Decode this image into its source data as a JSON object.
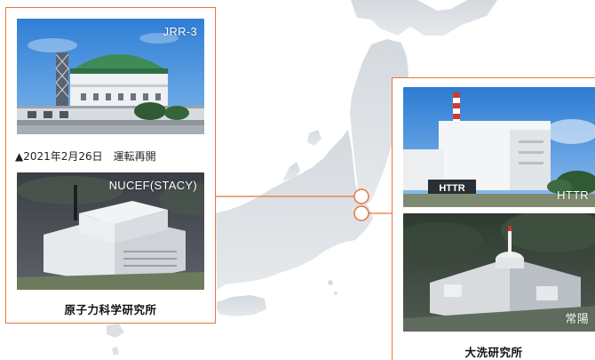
{
  "left_site": {
    "name": "原子力科学研究所",
    "photo_top_label": "JRR-3",
    "photo_top_caption": "▲2021年2月26日　運転再開",
    "photo_bottom_label": "NUCEF(STACY)"
  },
  "right_site": {
    "name": "大洗研究所",
    "photo_top_label": "HTTR",
    "photo_bottom_label": "常陽"
  },
  "colors": {
    "accent": "#e8763a",
    "map_land": "#d9dee3",
    "sea": "#ffffff"
  }
}
